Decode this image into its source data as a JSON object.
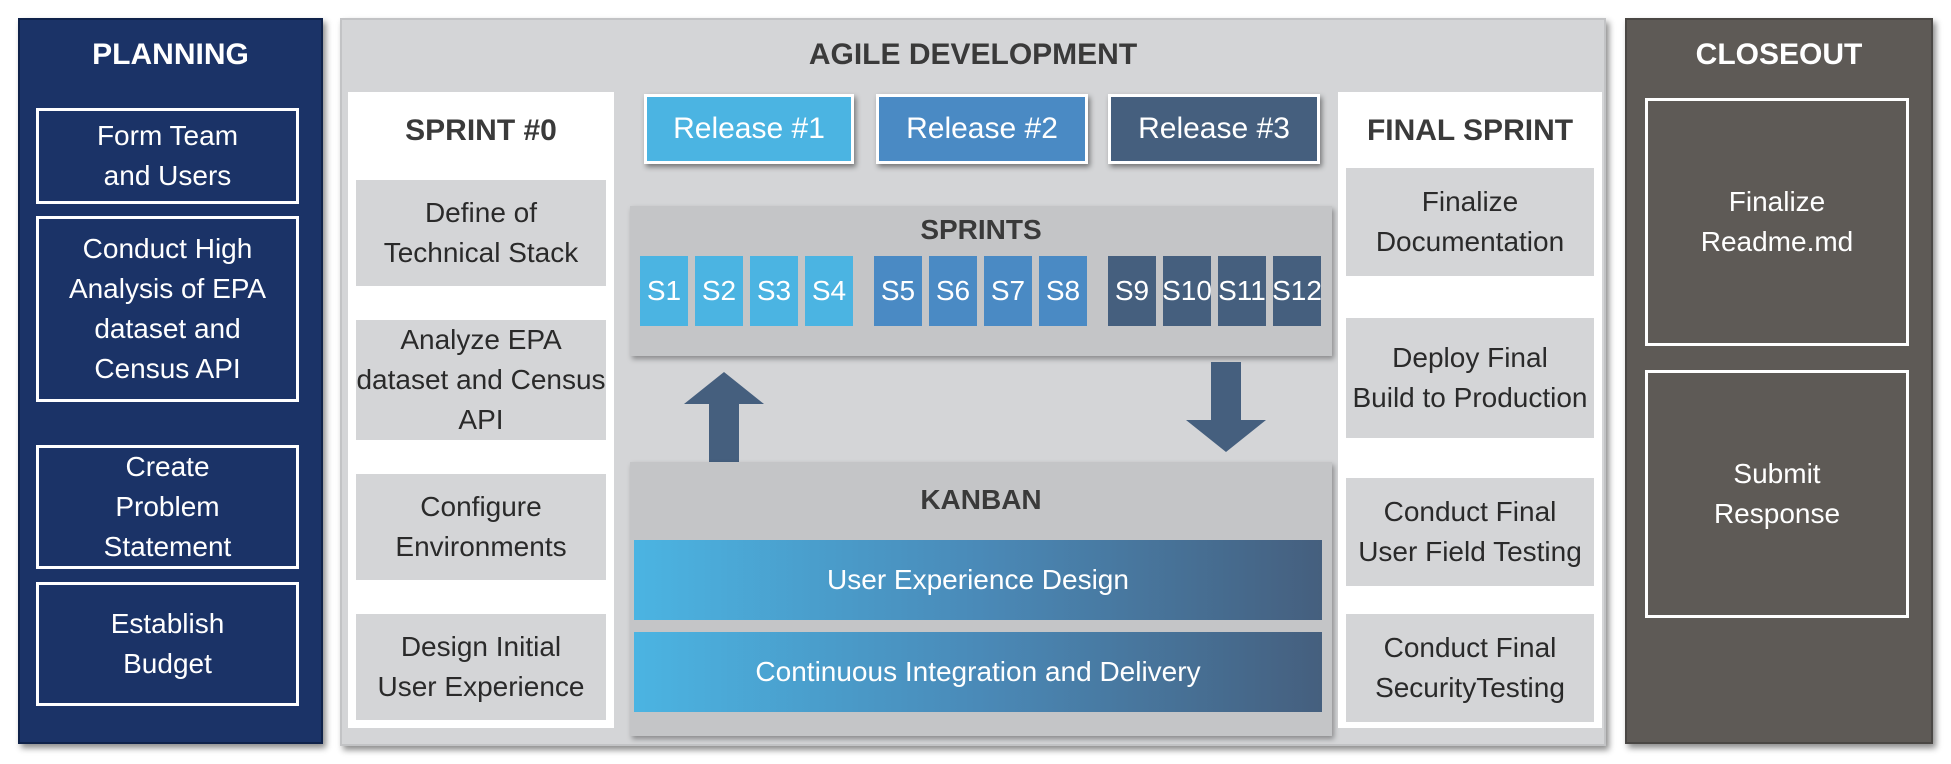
{
  "planning": {
    "title": "PLANNING",
    "items": [
      "Form Team\nand Users",
      "Conduct High\nAnalysis of EPA\ndataset and\nCensus API",
      "Create\nProblem\nStatement",
      "Establish\nBudget"
    ]
  },
  "agile": {
    "title": "AGILE DEVELOPMENT",
    "sprint0": {
      "title": "SPRINT #0",
      "items": [
        "Define of\nTechnical Stack",
        "Analyze EPA\ndataset and Census\nAPI",
        "Configure\nEnvironments",
        "Design Initial\nUser Experience"
      ]
    },
    "releases": [
      {
        "label": "Release #1",
        "color": "#4bb4e2"
      },
      {
        "label": "Release #2",
        "color": "#4a8ac4"
      },
      {
        "label": "Release #3",
        "color": "#455f7e"
      }
    ],
    "sprints": {
      "title": "SPRINTS",
      "items": [
        "S1",
        "S2",
        "S3",
        "S4",
        "S5",
        "S6",
        "S7",
        "S8",
        "S9",
        "S10",
        "S11",
        "S12"
      ]
    },
    "kanban": {
      "title": "KANBAN",
      "bars": [
        "User Experience Design",
        "Continuous Integration and Delivery"
      ]
    },
    "final_sprint": {
      "title": "FINAL SPRINT",
      "items": [
        "Finalize\nDocumentation",
        "Deploy Final\nBuild to Production",
        "Conduct Final\nUser Field Testing",
        "Conduct Final\nSecurityTesting"
      ]
    }
  },
  "closeout": {
    "title": "CLOSEOUT",
    "items": [
      "Finalize\nReadme.md",
      "Submit\nResponse"
    ]
  },
  "colors": {
    "planning": "#1b3367",
    "closeout": "#5e5a56",
    "release1": "#4bb4e2",
    "release2": "#4a8ac4",
    "release3": "#455f7e",
    "arrow": "#455f7e"
  }
}
